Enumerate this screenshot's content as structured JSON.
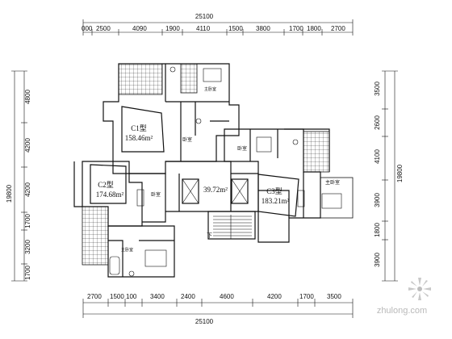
{
  "dimensions": {
    "top_total": "25100",
    "top": [
      "000",
      "2500",
      "4090",
      "1900",
      "4110",
      "1500",
      "3800",
      "1700",
      "1800",
      "2700"
    ],
    "bottom_total": "25100",
    "bottom": [
      "2700",
      "1500",
      "100",
      "3400",
      "2400",
      "4600",
      "4200",
      "1700",
      "3500"
    ],
    "left_total": "19800",
    "left": [
      "4800",
      "4200",
      "4200",
      "1700",
      "3200",
      "1700"
    ],
    "right_total": "19800",
    "right": [
      "3500",
      "2600",
      "4100",
      "3900",
      "1800",
      "3900"
    ]
  },
  "units": {
    "c1": {
      "type": "C1型",
      "area": "158.46m²"
    },
    "c2": {
      "type": "C2型",
      "area": "174.68m²"
    },
    "c3": {
      "type": "C3型",
      "area": "183.21m²"
    },
    "core": {
      "area": "39.72m²"
    }
  },
  "rooms": {
    "master_bedroom_1": "主卧室",
    "bedroom_1": "卧室",
    "bedroom_2": "卧室",
    "bedroom_3": "卧室",
    "master_bedroom_2": "主卧室",
    "master_bedroom_3": "主卧室",
    "down": "下"
  },
  "watermark": "zhulong.com"
}
